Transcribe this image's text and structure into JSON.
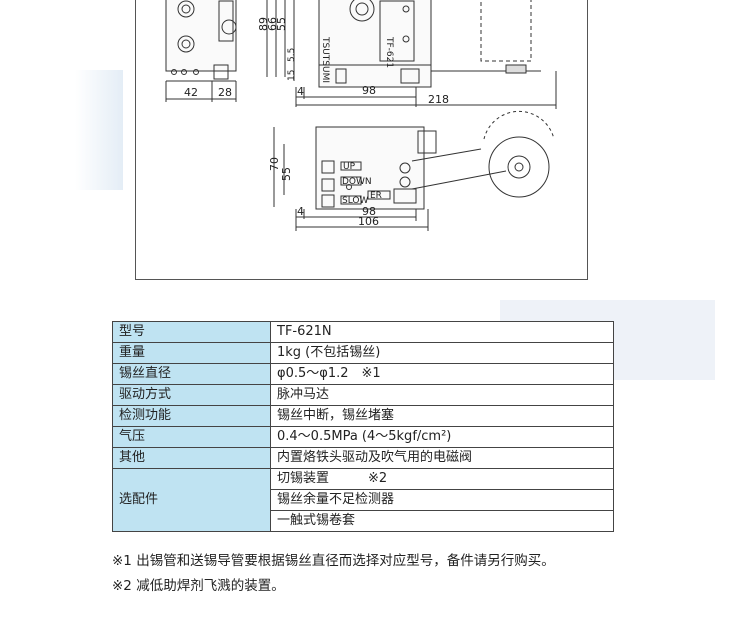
{
  "drawing": {
    "top_view_dims": [
      "89",
      "66",
      "55",
      "5.5",
      "15",
      "42",
      "28",
      "4",
      "98",
      "218"
    ],
    "front_view_dims": [
      "70",
      "55",
      "4",
      "98",
      "106"
    ],
    "device_labels": [
      "TSUTSUMI",
      "TF-621",
      "UP",
      "DOWN",
      "ER",
      "SLOW"
    ]
  },
  "spec_table": {
    "rows": [
      {
        "label": "型号",
        "value": "TF-621N"
      },
      {
        "label": "重量",
        "value": "1kg (不包括锡丝)"
      },
      {
        "label": "锡丝直径",
        "value": "φ0.5～φ1.2　※1"
      },
      {
        "label": "驱动方式",
        "value": "脉冲马达"
      },
      {
        "label": "检测功能",
        "value": "锡丝中断，锡丝堵塞"
      },
      {
        "label": "气压",
        "value": "0.4～0.5MPa (4～5kgf/cm²)"
      },
      {
        "label": "其他",
        "value": "内置烙铁头驱动及吹气用的电磁阀"
      }
    ],
    "options_label": "选配件",
    "options": [
      "切锡装置　　　※2",
      "锡丝余量不足检测器",
      "一触式锡卷套"
    ]
  },
  "footnotes": [
    "※1 出锡管和送锡导管要根据锡丝直径而选择对应型号，备件请另行购买。",
    "※2 减低助焊剂飞溅的装置。"
  ]
}
